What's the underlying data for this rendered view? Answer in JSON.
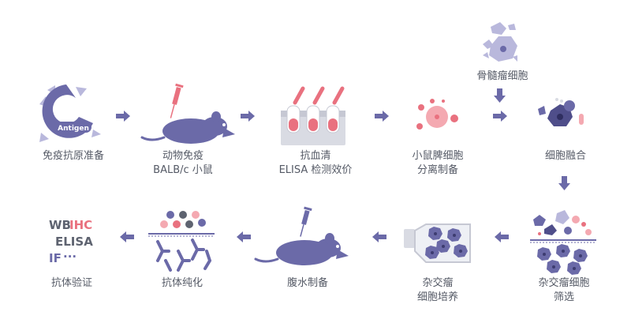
{
  "colors": {
    "purple": "#6b6aa8",
    "purple_dark": "#4f4e8a",
    "pink": "#e9717f",
    "pink_light": "#f4a9b1",
    "gray": "#5e6370",
    "light_gray": "#d9dbe3",
    "text": "#555a66"
  },
  "steps": {
    "antigen": {
      "badge": "Antigen",
      "caption": "免疫抗原准备"
    },
    "immunize": {
      "caption_line1": "动物免疫",
      "caption_line2": "BALB/c 小鼠"
    },
    "serum": {
      "caption_line1": "抗血清",
      "caption_line2": "ELISA 检测效价"
    },
    "spleen": {
      "caption_line1": "小鼠脾细胞",
      "caption_line2": "分离制备"
    },
    "myeloma": {
      "caption": "骨髓瘤细胞"
    },
    "fusion": {
      "caption": "细胞融合"
    },
    "screening": {
      "caption_line1": "杂交瘤细胞",
      "caption_line2": "筛选"
    },
    "culture": {
      "caption_line1": "杂交瘤",
      "caption_line2": "细胞培养"
    },
    "ascites": {
      "caption": "腹水制备"
    },
    "purify": {
      "caption": "抗体纯化"
    },
    "validate": {
      "caption": "抗体验证",
      "wb": "WB",
      "ihc": "IHC",
      "elisa": "ELISA",
      "if": "IF",
      "dots": "···"
    }
  }
}
